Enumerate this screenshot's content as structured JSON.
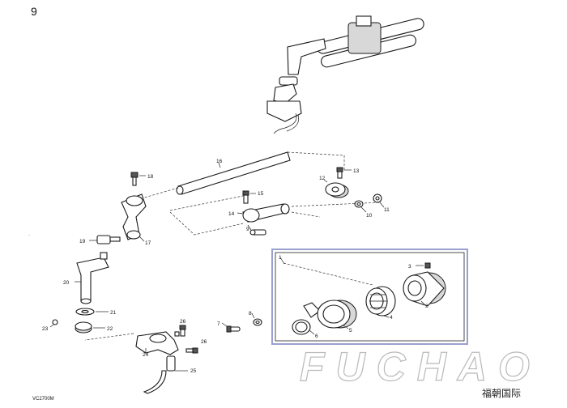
{
  "page_number": "9",
  "drawing_code": "VC2700M",
  "watermark": {
    "latin": "FUCHAO",
    "cjk": "福朝国际"
  },
  "callouts": [
    "1",
    "2",
    "3",
    "4",
    "5",
    "6",
    "7",
    "8",
    "9",
    "10",
    "11",
    "12",
    "13",
    "14",
    "15",
    "16",
    "17",
    "18",
    "19",
    "20",
    "21",
    "22",
    "23",
    "24",
    "25",
    "26",
    "26"
  ]
}
